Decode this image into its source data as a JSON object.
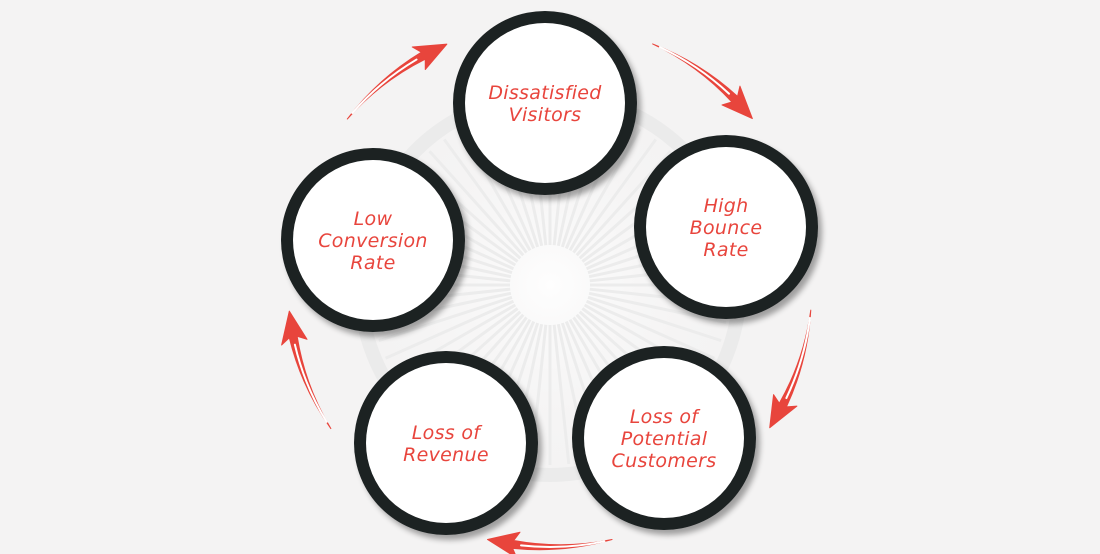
{
  "diagram": {
    "type": "cycle",
    "colors": {
      "background": "#f4f3f3",
      "ring": "#1b2021",
      "node_fill": "#ffffff",
      "label": "#e8453c",
      "arrow": "#e8453c",
      "backdrop": "#ebebeb"
    },
    "nodes": [
      {
        "id": "dissatisfied-visitors",
        "lines": [
          "Dissatisfied",
          "Visitors"
        ]
      },
      {
        "id": "high-bounce-rate",
        "lines": [
          "High",
          "Bounce",
          "Rate"
        ]
      },
      {
        "id": "loss-of-potential-customers",
        "lines": [
          "Loss of",
          "Potential",
          "Customers"
        ]
      },
      {
        "id": "loss-of-revenue",
        "lines": [
          "Loss of",
          "Revenue"
        ]
      },
      {
        "id": "low-conversion-rate",
        "lines": [
          "Low",
          "Conversion",
          "Rate"
        ]
      }
    ],
    "edges": [
      {
        "from": "dissatisfied-visitors",
        "to": "high-bounce-rate"
      },
      {
        "from": "high-bounce-rate",
        "to": "loss-of-potential-customers"
      },
      {
        "from": "loss-of-potential-customers",
        "to": "loss-of-revenue"
      },
      {
        "from": "loss-of-revenue",
        "to": "low-conversion-rate"
      },
      {
        "from": "low-conversion-rate",
        "to": "dissatisfied-visitors"
      }
    ]
  }
}
